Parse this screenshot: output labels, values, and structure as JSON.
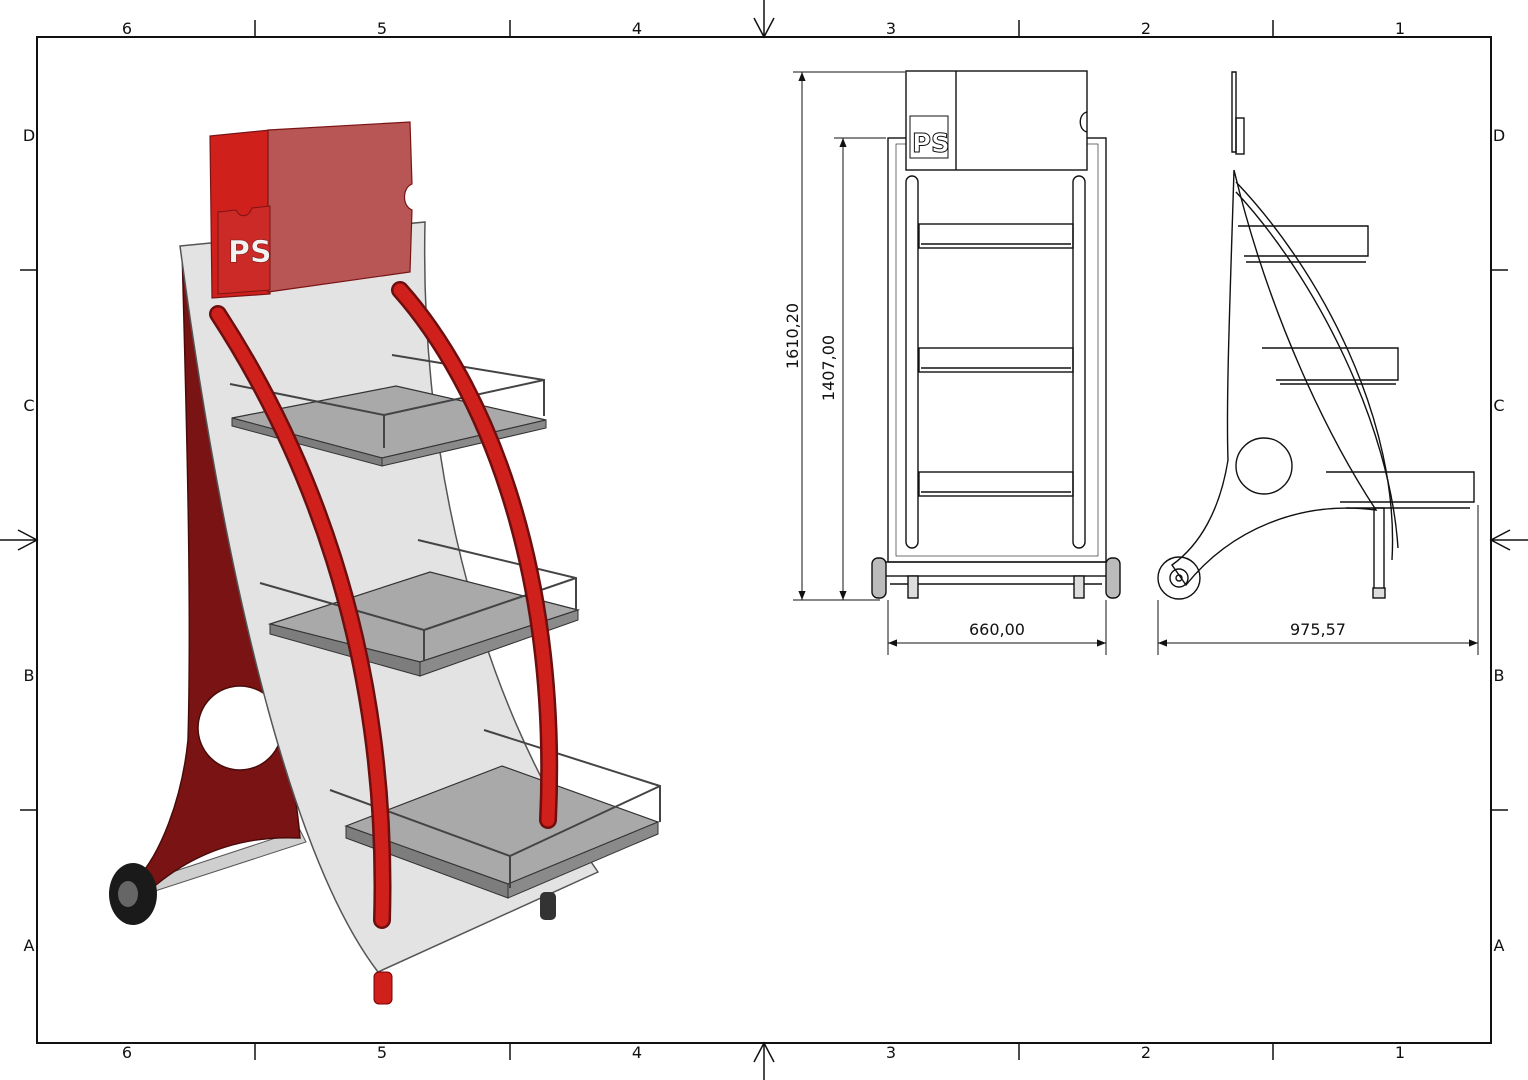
{
  "sheet": {
    "columns": [
      "6",
      "5",
      "4",
      "3",
      "2",
      "1"
    ],
    "rows": [
      "D",
      "C",
      "B",
      "A"
    ]
  },
  "brand": {
    "logo_text": "PS"
  },
  "dimensions": {
    "overall_height": "1610,20",
    "frame_height": "1407,00",
    "width": "660,00",
    "depth": "975,57"
  },
  "colors": {
    "red": "#d0201c",
    "dark_red": "#7a1414",
    "panel": "#e3e3e3",
    "sign": "#b85656",
    "tray": "#a9a9a9"
  }
}
